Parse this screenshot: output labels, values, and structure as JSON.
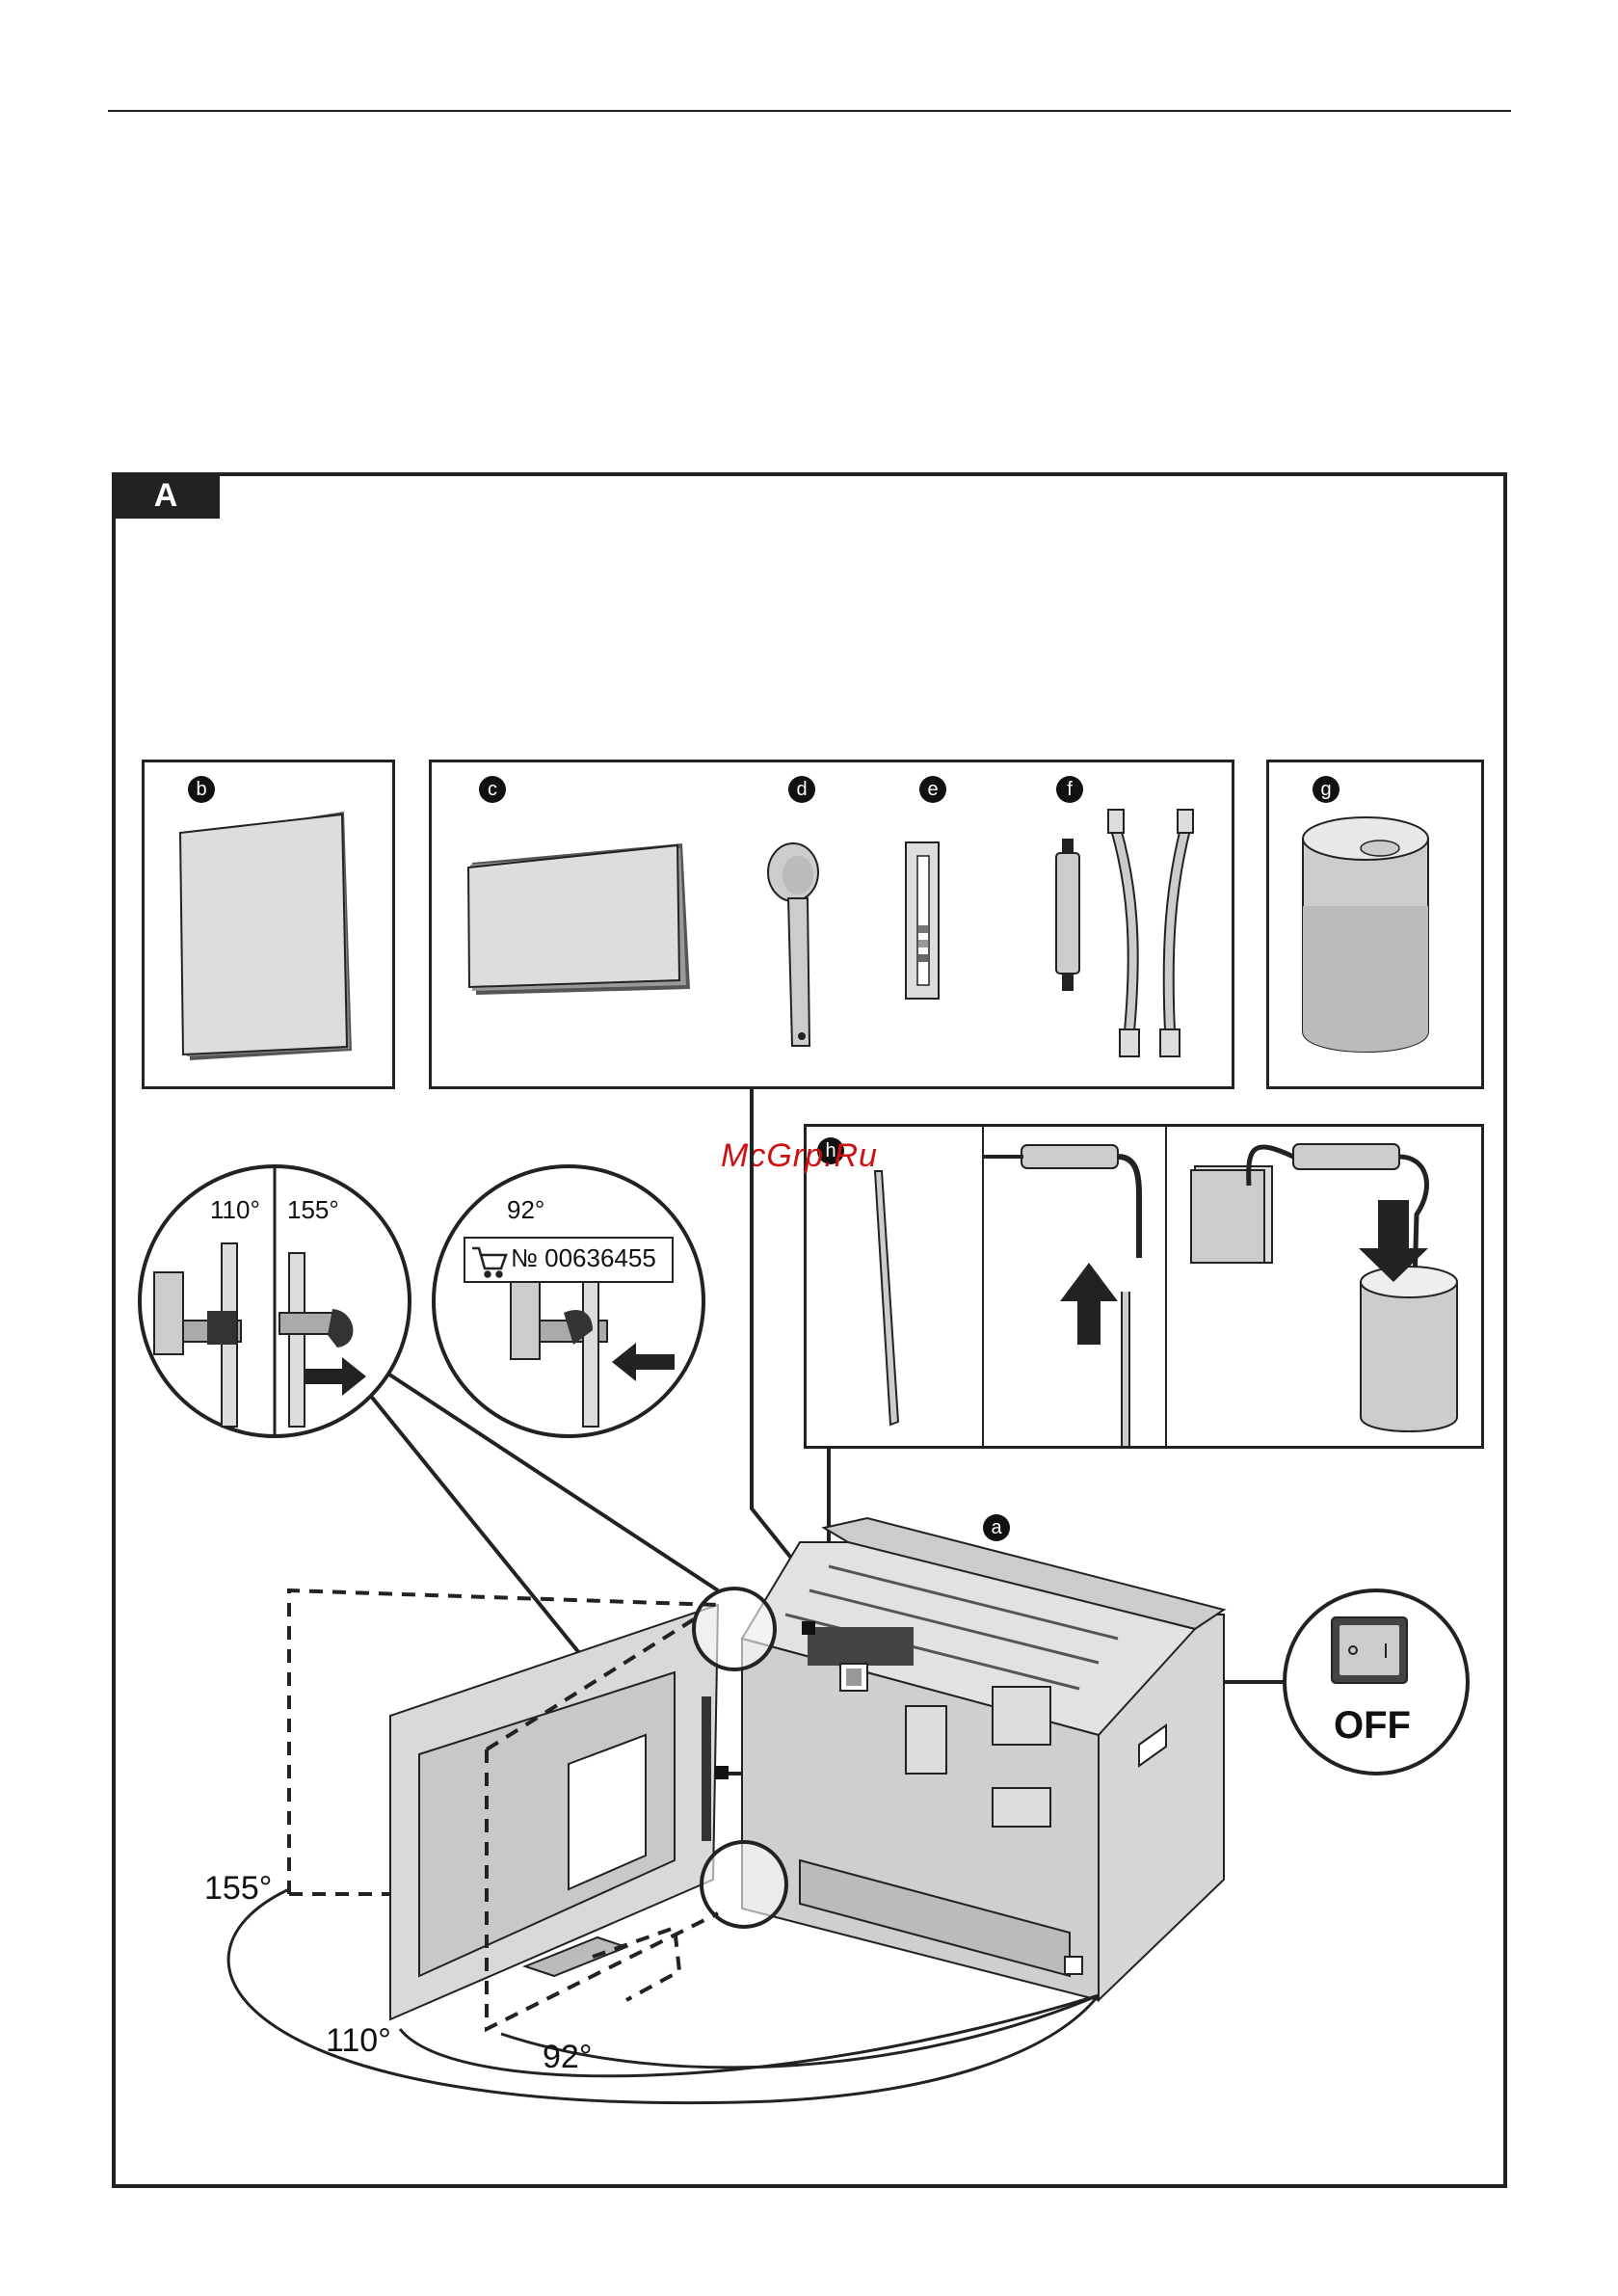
{
  "section_label": "A",
  "parts": {
    "a": "a",
    "b": "b",
    "c": "c",
    "d": "d",
    "e": "e",
    "f": "f",
    "g": "g",
    "h": "h"
  },
  "angles": {
    "a110": "110°",
    "a155": "155°",
    "a92": "92°",
    "main155": "155°",
    "main110": "110°",
    "main92": "92°"
  },
  "order_number": "№ 00636455",
  "switch_state": "OFF",
  "watermark": "McGrp.Ru",
  "icons": [
    "booklet-icon",
    "manual-icon",
    "measuring-spoon-icon",
    "test-strip-icon",
    "water-filter-icon",
    "hose-icon",
    "milk-container-icon",
    "cart-icon",
    "power-switch-icon"
  ]
}
